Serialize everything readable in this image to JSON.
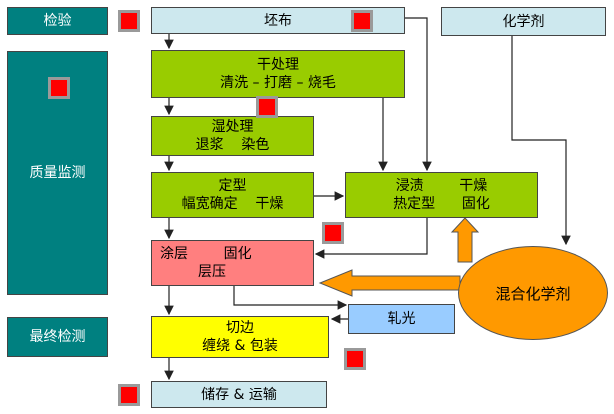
{
  "qc": {
    "inspection": "检验",
    "quality_monitoring": "质量监测",
    "final_inspection": "最终检测"
  },
  "process": {
    "greige": "坯布",
    "dry_title": "干处理",
    "dry_steps": "清洗 – 打磨 – 烧毛",
    "wet_title": "湿处理",
    "wet_steps": "退浆    染色",
    "setting_title": "定型",
    "setting_steps": "幅宽确定    干燥",
    "impregnation_line1": "浸渍        干燥",
    "impregnation_line2": "热定型      固化",
    "coating_line1": "涂层        固化",
    "coating_line2": "层压",
    "cutting_title": "切边",
    "cutting_steps": "缠绕 & 包装",
    "storage": "储存 & 运输",
    "calendering": "轧光"
  },
  "chemicals": {
    "chemicals": "化学剂",
    "mixing": "混合化学剂"
  },
  "colors": {
    "qc": "#008080",
    "process": "#99cc00",
    "coating": "#ff7f7f",
    "cutting": "#ffff00",
    "mixing": "#ff9900",
    "marker": "#ff0000"
  }
}
